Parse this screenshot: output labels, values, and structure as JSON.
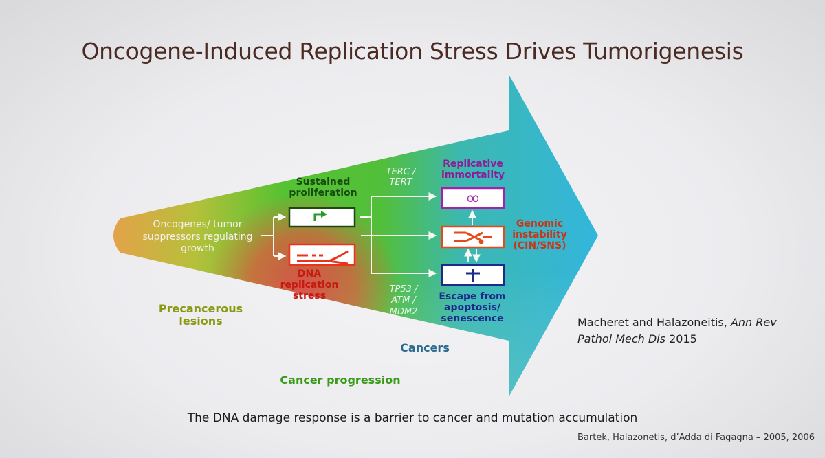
{
  "slide": {
    "title": "Oncogene-Induced Replication Stress Drives Tumorigenesis",
    "diagram": {
      "origin": "Oncogenes/ tumor suppressors regulating growth",
      "sustained": "Sustained proliferation",
      "dna_stress": "DNA replication stress",
      "terc": "TERC / TERT",
      "tp53": "TP53 / ATM / MDM2",
      "replicative": "Replicative immortality",
      "genomic": "Genomic instability (CIN/SNS)",
      "escape": "Escape from apoptosis/ senescence",
      "stage_precancerous": "Precancerous lesions",
      "stage_cancers": "Cancers",
      "stage_progression": "Cancer progression",
      "infinity_symbol": "∞",
      "colors": {
        "green": "#2a9a2a",
        "red": "#e8341c",
        "purple": "#a322a8",
        "navy": "#1e2a8a",
        "orange": "#e24c1c",
        "cyan": "#27a8d4"
      }
    },
    "reference_main": {
      "authors": "Macheret and Halazoneitis,",
      "journal": "Ann Rev Pathol Mech Dis",
      "year": "2015"
    },
    "footer": "The DNA damage response is a barrier to cancer and mutation accumulation",
    "footer_ref": "Bartek, Halazonetis, d’Adda di Fagagna – 2005, 2006"
  }
}
